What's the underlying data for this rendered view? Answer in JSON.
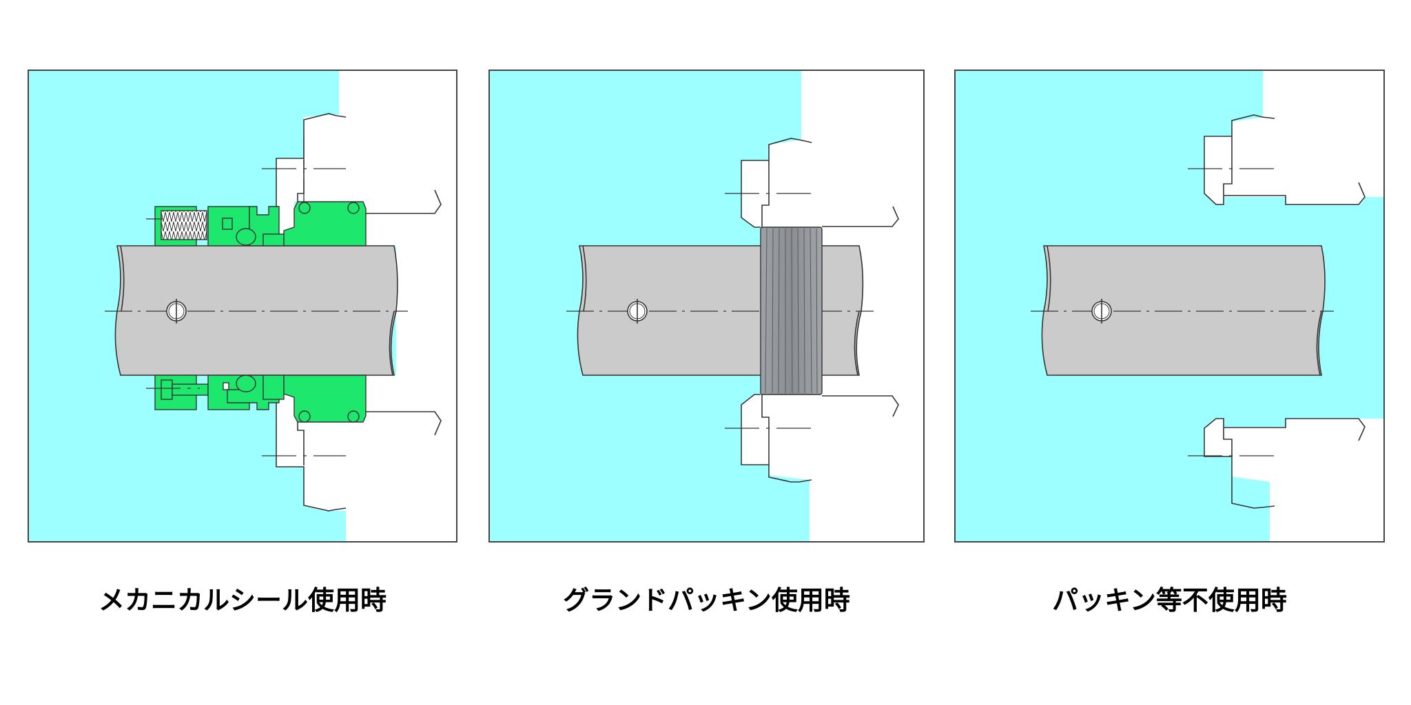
{
  "figure": {
    "background": "#ffffff",
    "colors": {
      "fluid_region": "#9dffff",
      "shaft": "#cbcbcb",
      "seal_green": "#1de86d",
      "packing_gray": "#8e9296",
      "outline": "#333333",
      "frame": "#444444"
    }
  },
  "panels": [
    {
      "id": "mechanical-seal",
      "caption": "メカニカルシール使用時",
      "components": [
        "shaft",
        "shaft-hole",
        "pump-casing",
        "mechanical-seal-rotating-ring",
        "spring",
        "o-rings",
        "seal-gland"
      ]
    },
    {
      "id": "gland-packing",
      "caption": "グランドパッキン使用時",
      "components": [
        "shaft",
        "shaft-hole",
        "pump-casing",
        "gland-packing"
      ]
    },
    {
      "id": "no-packing",
      "caption": "パッキン等不使用時",
      "components": [
        "shaft",
        "shaft-hole",
        "pump-casing"
      ]
    }
  ]
}
